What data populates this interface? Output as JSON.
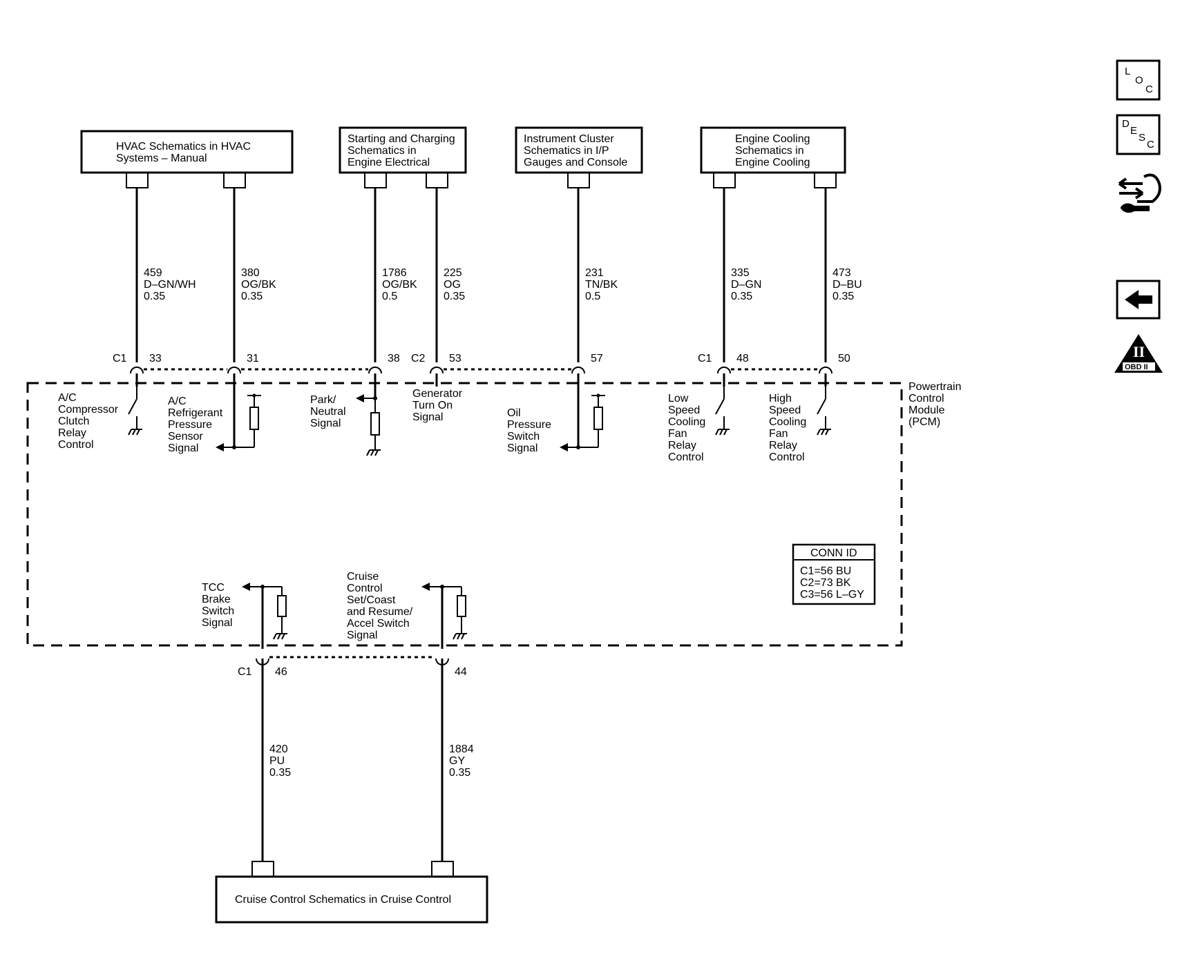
{
  "source_boxes": {
    "hvac": [
      "HVAC Schematics in HVAC",
      "Systems – Manual"
    ],
    "starting": [
      "Starting and Charging",
      "Schematics in",
      "Engine Electrical"
    ],
    "instrument": [
      "Instrument Cluster",
      "Schematics in I/P",
      "Gauges and Console"
    ],
    "cooling": [
      "Engine Cooling",
      "Schematics in",
      "Engine Cooling"
    ],
    "cruise": [
      "Cruise Control Schematics in Cruise Control"
    ]
  },
  "wires": {
    "w459": [
      "459",
      "D–GN/WH",
      "0.35"
    ],
    "w380": [
      "380",
      "OG/BK",
      "0.35"
    ],
    "w1786": [
      "1786",
      "OG/BK",
      "0.5"
    ],
    "w225": [
      "225",
      "OG",
      "0.35"
    ],
    "w231": [
      "231",
      "TN/BK",
      "0.5"
    ],
    "w335": [
      "335",
      "D–GN",
      "0.35"
    ],
    "w473": [
      "473",
      "D–BU",
      "0.35"
    ],
    "w420": [
      "420",
      "PU",
      "0.35"
    ],
    "w1884": [
      "1884",
      "GY",
      "0.35"
    ]
  },
  "connectors": {
    "c1_top": "C1",
    "c2_top": "C2",
    "c1_right": "C1",
    "c1_bottom": "C1"
  },
  "pins": {
    "p33": "33",
    "p31": "31",
    "p38": "38",
    "p53": "53",
    "p57": "57",
    "p48": "48",
    "p50": "50",
    "p46": "46",
    "p44": "44"
  },
  "signals": {
    "ac_clutch": [
      "A/C",
      "Compressor",
      "Clutch",
      "Relay",
      "Control"
    ],
    "ac_pressure": [
      "A/C",
      "Refrigerant",
      "Pressure",
      "Sensor",
      "Signal"
    ],
    "park_neutral": [
      "Park/",
      "Neutral",
      "Signal"
    ],
    "generator": [
      "Generator",
      "Turn On",
      "Signal"
    ],
    "oil_pressure": [
      "Oil",
      "Pressure",
      "Switch",
      "Signal"
    ],
    "low_speed_fan": [
      "Low",
      "Speed",
      "Cooling",
      "Fan",
      "Relay",
      "Control"
    ],
    "high_speed_fan": [
      "High",
      "Speed",
      "Cooling",
      "Fan",
      "Relay",
      "Control"
    ],
    "tcc_brake": [
      "TCC",
      "Brake",
      "Switch",
      "Signal"
    ],
    "cruise_switch": [
      "Cruise",
      "Control",
      "Set/Coast",
      "and Resume/",
      "Accel Switch",
      "Signal"
    ]
  },
  "module": [
    "Powertrain",
    "Control",
    "Module",
    "(PCM)"
  ],
  "conn_id": {
    "title": "CONN ID",
    "rows": [
      "C1=56 BU",
      "C2=73 BK",
      "C3=56 L–GY"
    ]
  },
  "sidebar": {
    "loc": [
      "L",
      "O",
      "C"
    ],
    "desc": [
      "D",
      "E",
      "S",
      "C"
    ],
    "obd": "OBD II",
    "obd_numeral": "II"
  }
}
